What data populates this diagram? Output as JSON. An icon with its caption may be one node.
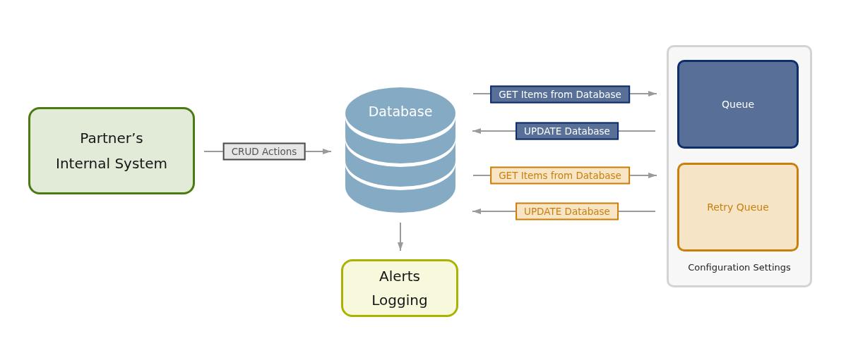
{
  "diagram": {
    "nodes": [
      {
        "text": [
          "Partner’s Internal System"
        ]
      },
      {
        "text": [
          "Database"
        ]
      },
      {
        "text": [
          "Alerts Logging"
        ]
      },
      {
        "text": [
          "Configuration Settings"
        ]
      },
      {
        "text": [
          "Queue"
        ],
        "in": 3
      },
      {
        "text": [
          "Retry Queue"
        ],
        "in": 3
      }
    ],
    "edges": [
      {
        "from": 0,
        "to": 1,
        "arrow": "to",
        "label": "CRUD Actions"
      },
      {
        "from": 1,
        "to": 4,
        "arrow": "to",
        "label": "GET Items from Database"
      },
      {
        "from": 4,
        "to": 1,
        "arrow": "to",
        "label": "UPDATE Database"
      },
      {
        "from": 1,
        "to": 5,
        "arrow": "to",
        "label": "GET Items from Database"
      },
      {
        "from": 5,
        "to": 1,
        "arrow": "to",
        "label": "UPDATE Database"
      },
      {
        "from": 1,
        "to": 2,
        "arrow": "to"
      }
    ]
  }
}
